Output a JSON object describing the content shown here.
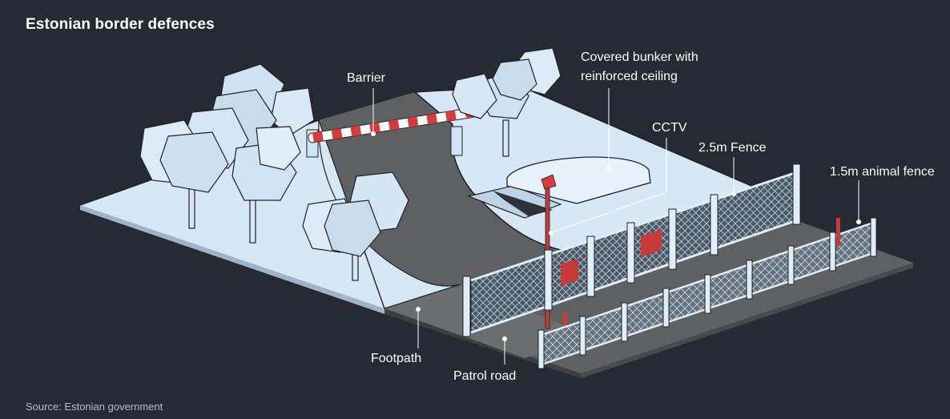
{
  "title": "Estonian border defences",
  "source": "Source: Estonian government",
  "labels": {
    "barrier": "Barrier",
    "bunker_line1": "Covered bunker with",
    "bunker_line2": "reinforced ceiling",
    "cctv": "CCTV",
    "fence_25": "2.5m Fence",
    "animal_fence": "1.5m animal fence",
    "footpath": "Footpath",
    "patrol_road": "Patrol road"
  },
  "colors": {
    "background": "#262a33",
    "ground": "#d6e8f5",
    "road": "#5e5e60",
    "fence": "#cfe3f2",
    "barrier_red": "#d63b3b",
    "sign_red": "#c83a3a"
  }
}
